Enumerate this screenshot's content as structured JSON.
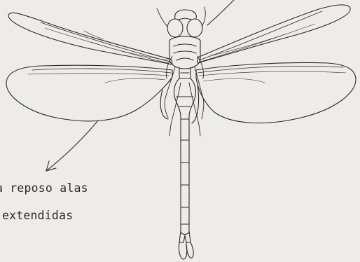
{
  "illustration": {
    "subject": "dragonfly-line-drawing",
    "background_color": "#efeeeb",
    "ink_color": "#2a2a2a"
  },
  "annotation": {
    "caption_line_1": "a reposo alas",
    "caption_line_2": "extendidas",
    "pointer_icons": [
      "curved-arrow-icon",
      "leader-line-icon"
    ]
  }
}
